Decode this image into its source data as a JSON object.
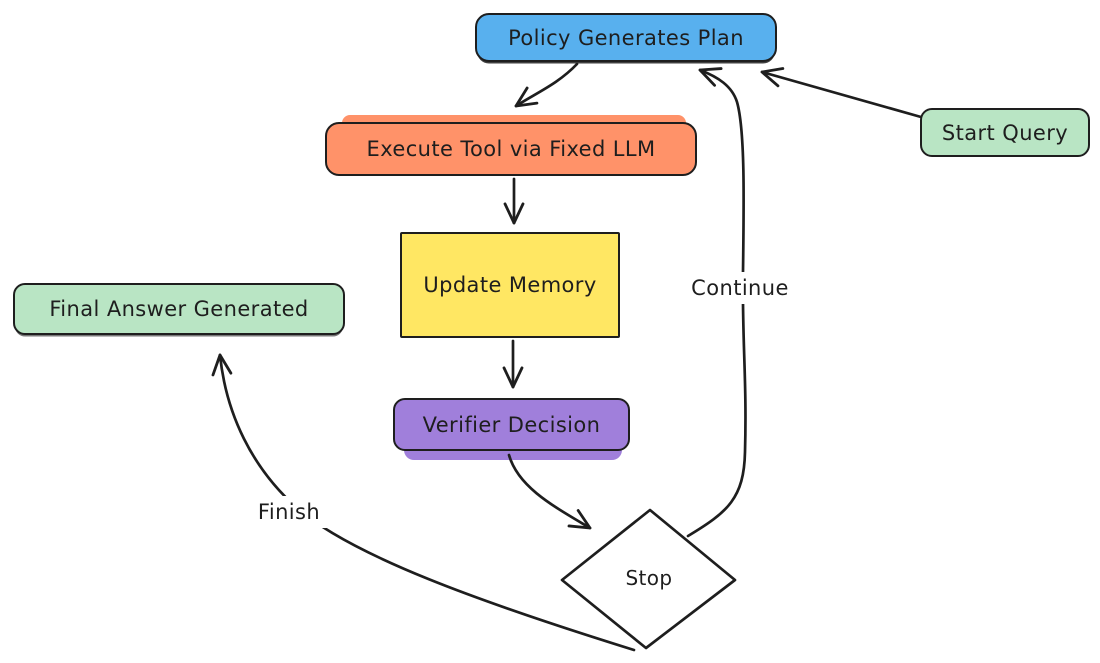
{
  "diagram": {
    "type": "flowchart",
    "nodes": [
      {
        "id": "policy",
        "label": "Policy Generates Plan",
        "shape": "rounded-rect",
        "fill": "#58b0ee"
      },
      {
        "id": "start",
        "label": "Start Query",
        "shape": "rounded-rect",
        "fill": "#b9e5c4"
      },
      {
        "id": "execute",
        "label": "Execute Tool via Fixed LLM",
        "shape": "rounded-rect",
        "fill": "#ff9269"
      },
      {
        "id": "memory",
        "label": "Update Memory",
        "shape": "rect",
        "fill": "#ffe763"
      },
      {
        "id": "verifier",
        "label": "Verifier Decision",
        "shape": "rounded-rect",
        "fill": "#a07fdb"
      },
      {
        "id": "stop",
        "label": "Stop",
        "shape": "diamond",
        "fill": "#ffffff"
      },
      {
        "id": "final",
        "label": "Final Answer Generated",
        "shape": "rounded-rect",
        "fill": "#b9e5c4"
      }
    ],
    "edges": [
      {
        "from": "start",
        "to": "policy",
        "label": ""
      },
      {
        "from": "policy",
        "to": "execute",
        "label": ""
      },
      {
        "from": "execute",
        "to": "memory",
        "label": ""
      },
      {
        "from": "memory",
        "to": "verifier",
        "label": ""
      },
      {
        "from": "verifier",
        "to": "stop",
        "label": ""
      },
      {
        "from": "stop",
        "to": "policy",
        "label": "Continue"
      },
      {
        "from": "stop",
        "to": "final",
        "label": "Finish"
      }
    ],
    "edge_labels": {
      "continue": "Continue",
      "finish": "Finish"
    },
    "colors": {
      "ink": "#1e1e1e",
      "background": "#ffffff",
      "blue": "#58b0ee",
      "green": "#b9e5c4",
      "orange": "#ff9269",
      "yellow": "#ffe763",
      "purple": "#a07fdb"
    }
  }
}
